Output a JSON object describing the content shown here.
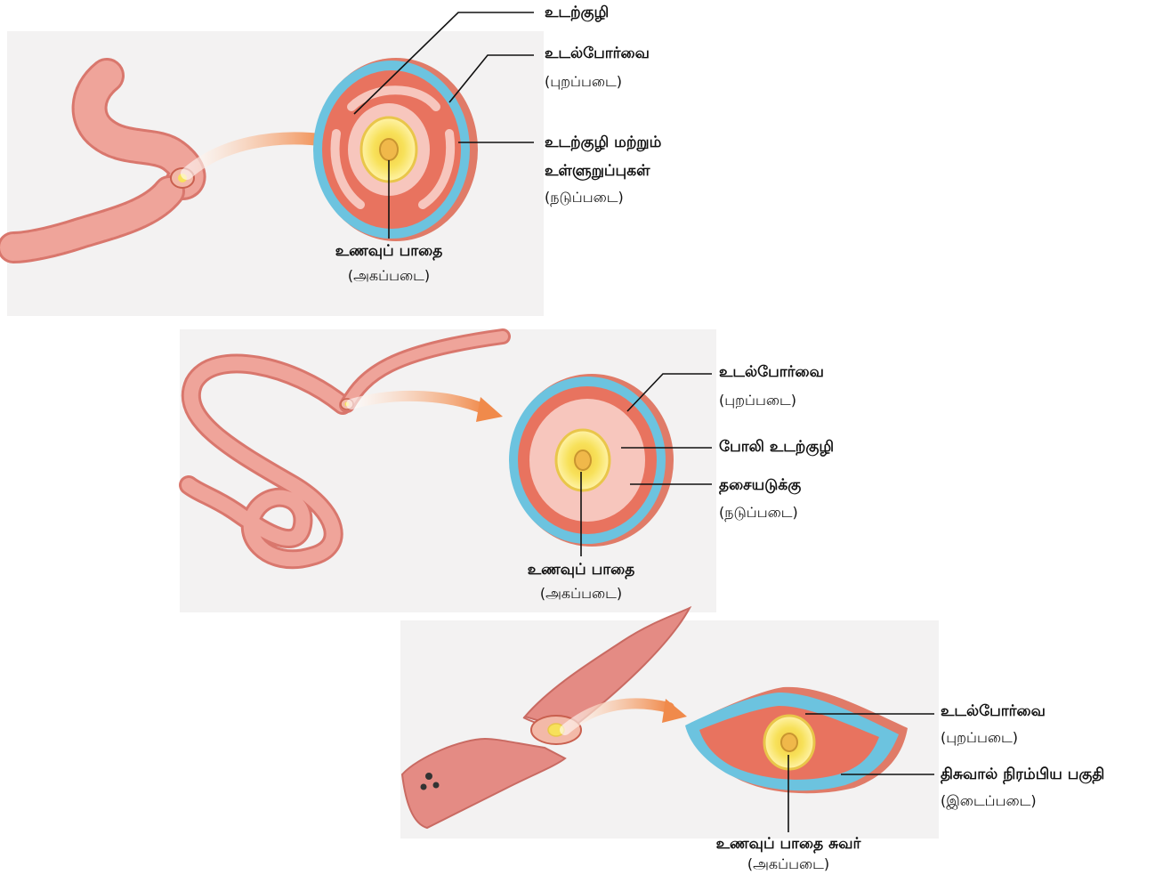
{
  "diagram_1": {
    "labels": {
      "coelom": "உடற்குழி",
      "body_wall_title": "உடல்போர்வை",
      "body_wall_sub": "(புறப்படை)",
      "coelom_lining_line1": "உடற்குழி மற்றும்",
      "coelom_lining_line2": "உள்ளுறுப்புகள்",
      "coelom_lining_sub": "(நடுப்படை)",
      "gut_title": "உணவுப் பாதை",
      "gut_sub": "(அகப்படை)"
    }
  },
  "diagram_2": {
    "labels": {
      "body_wall_title": "உடல்போர்வை",
      "body_wall_sub": "(புறப்படை)",
      "pseudocoel": "போலி உடற்குழி",
      "muscle_title": "தசையடுக்கு",
      "muscle_sub": "(நடுப்படை)",
      "gut_title": "உணவுப் பாதை",
      "gut_sub": "(அகப்படை)"
    }
  },
  "diagram_3": {
    "labels": {
      "body_wall_title": "உடல்போர்வை",
      "body_wall_sub": "(புறப்படை)",
      "tissue_title": "திசுவால் நிரம்பிய பகுதி",
      "tissue_sub": "(இடைப்படை)",
      "gut_title": "உணவுப் பாதை சுவர்",
      "gut_sub": "(அகப்படை)"
    }
  },
  "colors": {
    "ectoderm_blue": "#6cc3df",
    "mesoderm_red": "#e8735f",
    "flesh_pink": "#efa49a",
    "gut_yellow": "#f7e15a",
    "arrow_orange": "#f08a4b",
    "panel_bg": "#f3f2f2"
  }
}
